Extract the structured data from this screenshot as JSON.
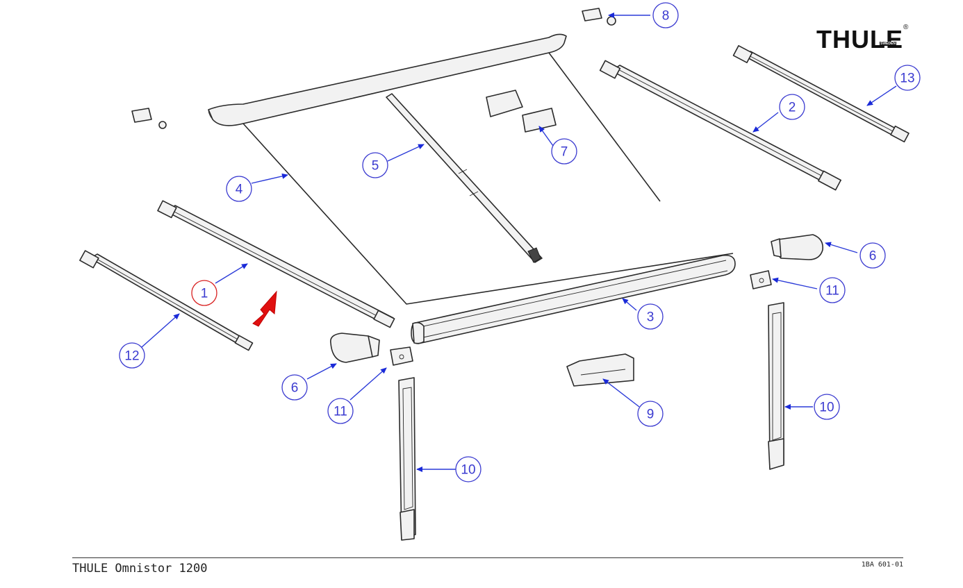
{
  "brand": {
    "name": "THULE",
    "sub": "SWEDEN",
    "reg": "®"
  },
  "footer": {
    "product": "THULE Omnistor 1200",
    "doc_id": "1BA 601-01"
  },
  "callouts": [
    {
      "id": "c1",
      "label": "1",
      "highlighted": true
    },
    {
      "id": "c2",
      "label": "2"
    },
    {
      "id": "c3",
      "label": "3"
    },
    {
      "id": "c4",
      "label": "4"
    },
    {
      "id": "c5",
      "label": "5"
    },
    {
      "id": "c6a",
      "label": "6"
    },
    {
      "id": "c6b",
      "label": "6"
    },
    {
      "id": "c7",
      "label": "7"
    },
    {
      "id": "c8",
      "label": "8"
    },
    {
      "id": "c9",
      "label": "9"
    },
    {
      "id": "c10a",
      "label": "10"
    },
    {
      "id": "c10b",
      "label": "10"
    },
    {
      "id": "c11a",
      "label": "11"
    },
    {
      "id": "c11b",
      "label": "11"
    },
    {
      "id": "c12",
      "label": "12"
    },
    {
      "id": "c13",
      "label": "13"
    }
  ],
  "colors": {
    "callout": "#3a3ad0",
    "highlight": "#d82020",
    "pointer_arrow": "#e01010",
    "line": "#2a2a2a"
  }
}
